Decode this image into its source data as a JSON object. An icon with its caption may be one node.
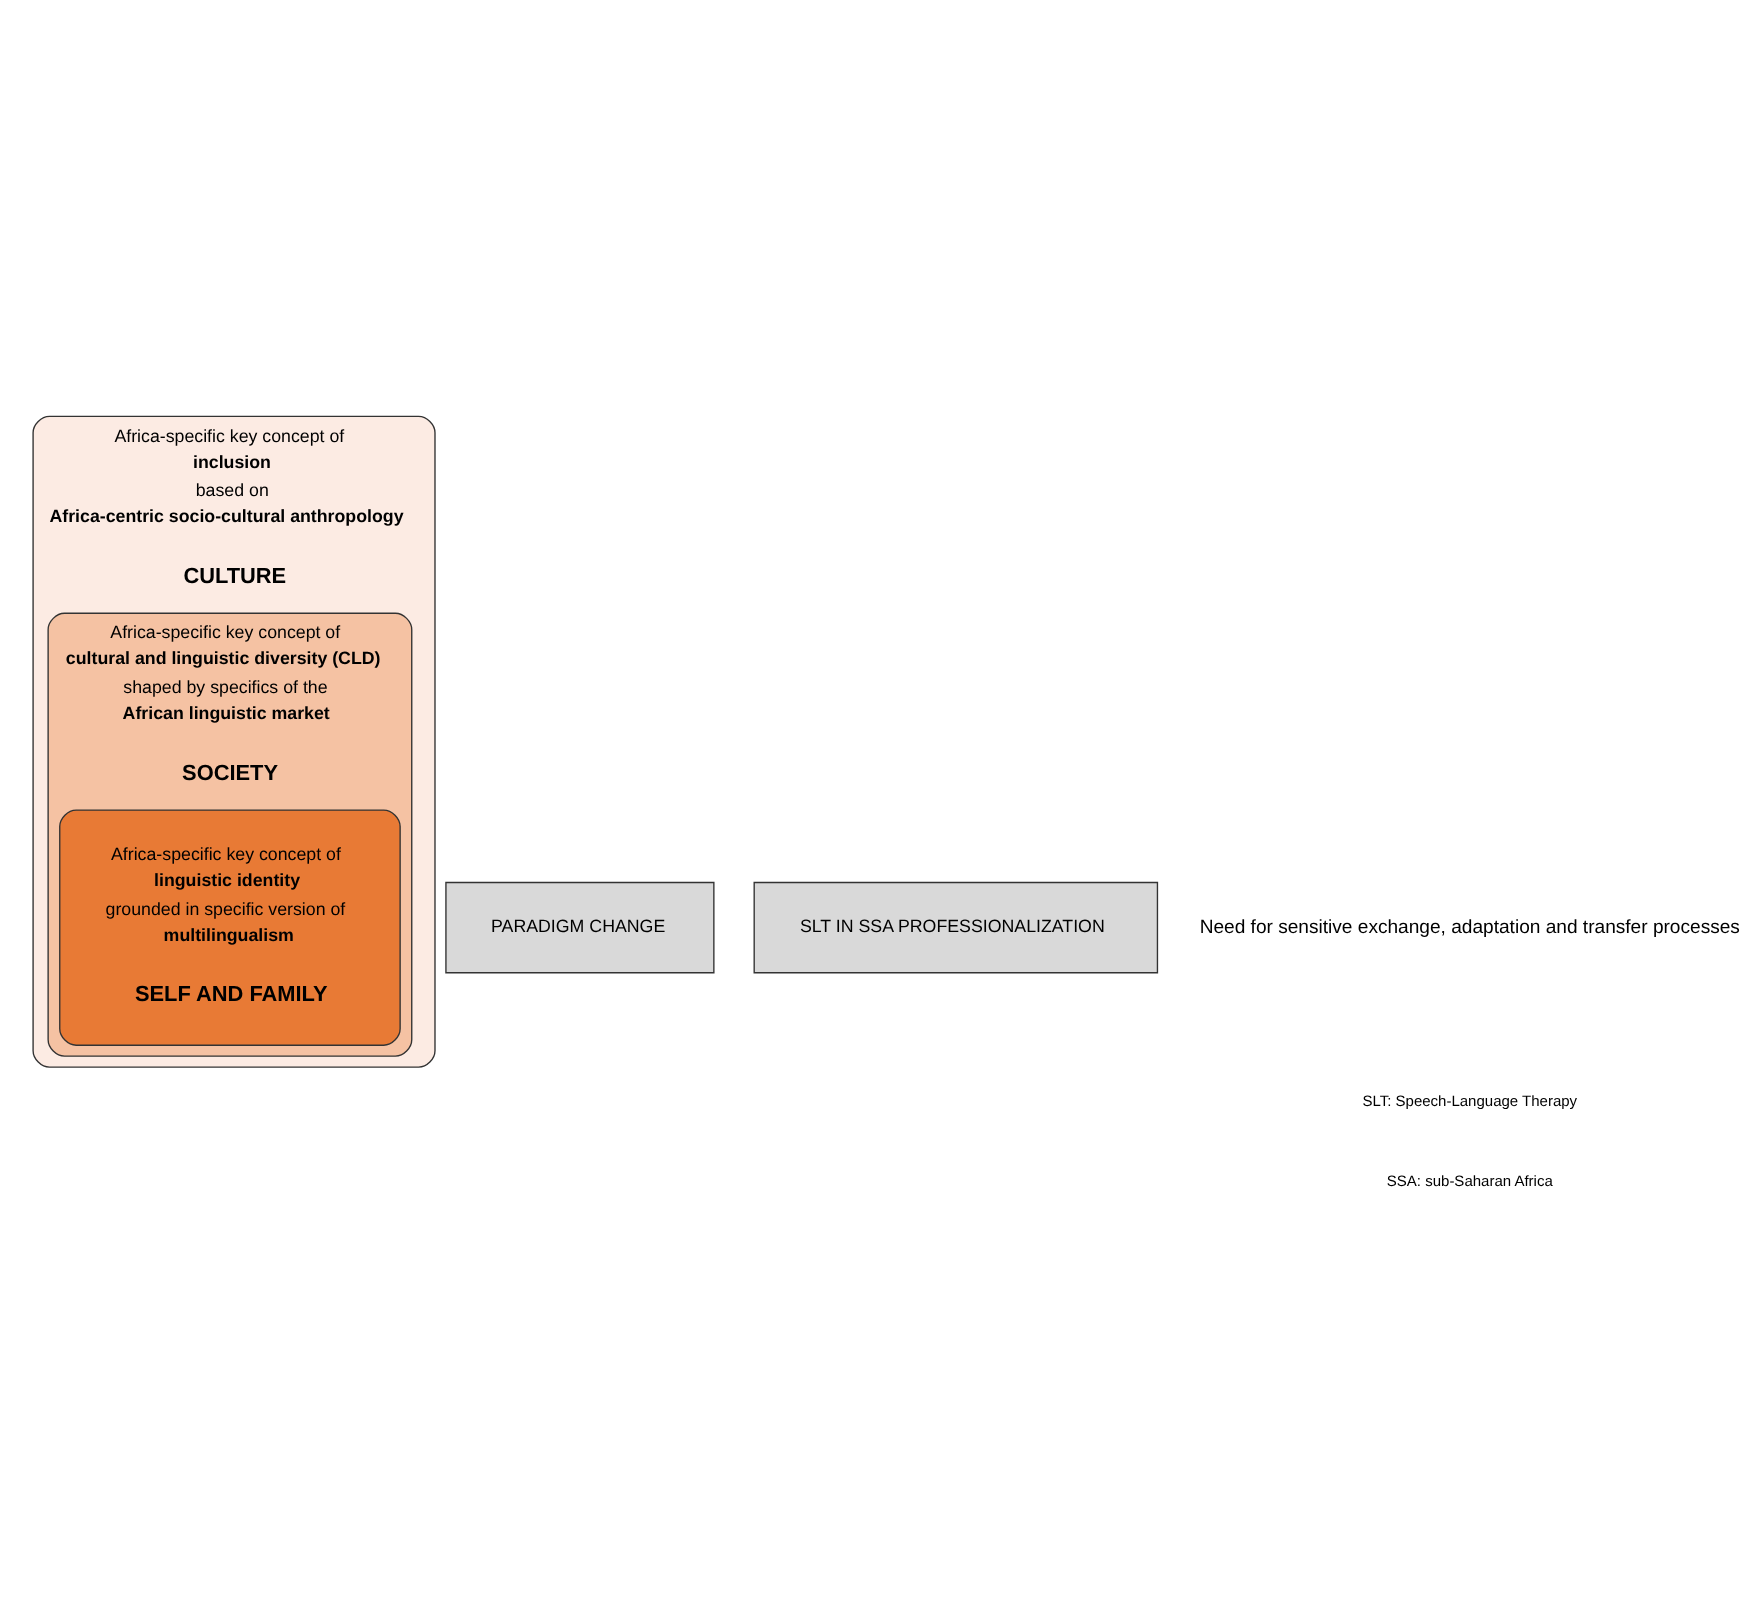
{
  "diagram": {
    "nodes": [
      {
        "text": [
          "Africa-specific key concept of",
          "inclusion",
          "based on",
          "Africa-centric socio-cultural anthropology",
          "CULTURE"
        ]
      },
      {
        "text": [
          "Africa-specific key concept of",
          "cultural and linguistic diversity (CLD)",
          "shaped by specifics of the",
          "African linguistic market",
          "SOCIETY"
        ],
        "in": 0
      },
      {
        "text": [
          "Africa-specific key concept of",
          "linguistic identity",
          "grounded in specific version of",
          "multilingualism",
          "SELF AND FAMILY"
        ],
        "in": 1
      },
      {
        "text": [
          "PARADIGM CHANGE"
        ]
      },
      {
        "text": [
          "SLT IN SSA PROFESSIONALIZATION"
        ]
      }
    ],
    "edges": [],
    "labels": [
      "Need for sensitive exchange, adaptation and transfer processes",
      "SLT: Speech-Language Therapy",
      "SSA: sub-Saharan Africa"
    ]
  }
}
